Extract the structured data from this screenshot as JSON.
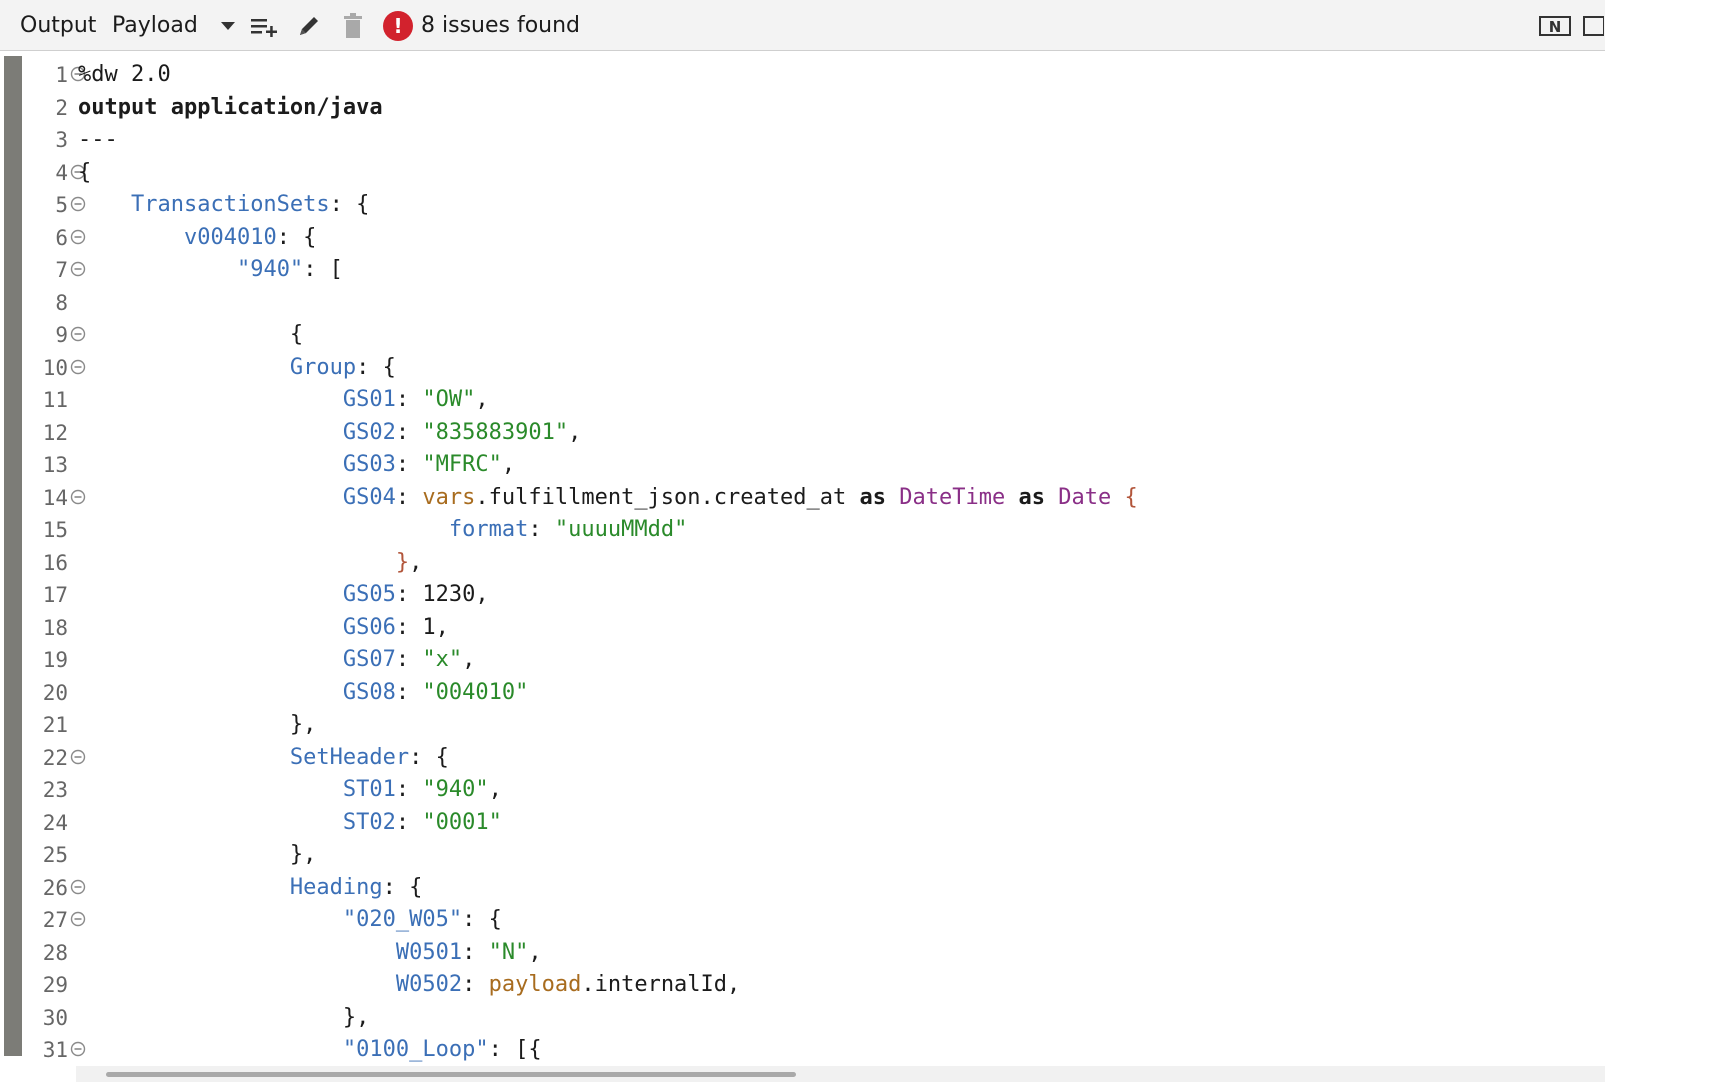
{
  "toolbar": {
    "output_label": "Output",
    "target_label": "Payload",
    "issues_count_icon": "!",
    "issues_text": "8 issues found"
  },
  "editor": {
    "lines": [
      {
        "n": "1",
        "fold": true,
        "tokens": [
          [
            "def",
            "%dw 2.0"
          ]
        ]
      },
      {
        "n": "2",
        "fold": false,
        "tokens": [
          [
            "kw",
            "output application/java"
          ]
        ]
      },
      {
        "n": "3",
        "fold": false,
        "tokens": [
          [
            "def",
            "---"
          ]
        ]
      },
      {
        "n": "4",
        "fold": true,
        "tokens": [
          [
            "def",
            "{"
          ]
        ]
      },
      {
        "n": "5",
        "fold": true,
        "tokens": [
          [
            "def",
            "    "
          ],
          [
            "key",
            "TransactionSets"
          ],
          [
            "def",
            ": {"
          ]
        ]
      },
      {
        "n": "6",
        "fold": true,
        "tokens": [
          [
            "def",
            "        "
          ],
          [
            "key",
            "v004010"
          ],
          [
            "def",
            ": {"
          ]
        ]
      },
      {
        "n": "7",
        "fold": true,
        "tokens": [
          [
            "def",
            "            "
          ],
          [
            "key",
            "\"940\""
          ],
          [
            "def",
            ": ["
          ]
        ]
      },
      {
        "n": "8",
        "fold": false,
        "tokens": [
          [
            "def",
            " "
          ]
        ]
      },
      {
        "n": "9",
        "fold": true,
        "tokens": [
          [
            "def",
            "                {"
          ]
        ]
      },
      {
        "n": "10",
        "fold": true,
        "tokens": [
          [
            "def",
            "                "
          ],
          [
            "key",
            "Group"
          ],
          [
            "def",
            ": {"
          ]
        ]
      },
      {
        "n": "11",
        "fold": false,
        "tokens": [
          [
            "def",
            "                    "
          ],
          [
            "key",
            "GS01"
          ],
          [
            "def",
            ": "
          ],
          [
            "str",
            "\"OW\""
          ],
          [
            "def",
            ","
          ]
        ]
      },
      {
        "n": "12",
        "fold": false,
        "tokens": [
          [
            "def",
            "                    "
          ],
          [
            "key",
            "GS02"
          ],
          [
            "def",
            ": "
          ],
          [
            "str",
            "\"835883901\""
          ],
          [
            "def",
            ","
          ]
        ]
      },
      {
        "n": "13",
        "fold": false,
        "tokens": [
          [
            "def",
            "                    "
          ],
          [
            "key",
            "GS03"
          ],
          [
            "def",
            ": "
          ],
          [
            "str",
            "\"MFRC\""
          ],
          [
            "def",
            ","
          ]
        ]
      },
      {
        "n": "14",
        "fold": true,
        "tokens": [
          [
            "def",
            "                    "
          ],
          [
            "key",
            "GS04"
          ],
          [
            "def",
            ": "
          ],
          [
            "var",
            "vars"
          ],
          [
            "def",
            ".fulfillment_json.created_at "
          ],
          [
            "kw",
            "as"
          ],
          [
            "def",
            " "
          ],
          [
            "type",
            "DateTime"
          ],
          [
            "def",
            " "
          ],
          [
            "kw",
            "as"
          ],
          [
            "def",
            " "
          ],
          [
            "type",
            "Date"
          ],
          [
            "def",
            " "
          ],
          [
            "brace2",
            "{"
          ]
        ]
      },
      {
        "n": "15",
        "fold": false,
        "tokens": [
          [
            "def",
            "                            "
          ],
          [
            "key",
            "format"
          ],
          [
            "def",
            ": "
          ],
          [
            "str",
            "\"uuuuMMdd\""
          ]
        ]
      },
      {
        "n": "16",
        "fold": false,
        "tokens": [
          [
            "def",
            "                        "
          ],
          [
            "brace2",
            "}"
          ],
          [
            "def",
            ","
          ]
        ]
      },
      {
        "n": "17",
        "fold": false,
        "tokens": [
          [
            "def",
            "                    "
          ],
          [
            "key",
            "GS05"
          ],
          [
            "def",
            ": 1230,"
          ]
        ]
      },
      {
        "n": "18",
        "fold": false,
        "tokens": [
          [
            "def",
            "                    "
          ],
          [
            "key",
            "GS06"
          ],
          [
            "def",
            ": 1,"
          ]
        ]
      },
      {
        "n": "19",
        "fold": false,
        "tokens": [
          [
            "def",
            "                    "
          ],
          [
            "key",
            "GS07"
          ],
          [
            "def",
            ": "
          ],
          [
            "str",
            "\"x\""
          ],
          [
            "def",
            ","
          ]
        ]
      },
      {
        "n": "20",
        "fold": false,
        "tokens": [
          [
            "def",
            "                    "
          ],
          [
            "key",
            "GS08"
          ],
          [
            "def",
            ": "
          ],
          [
            "str",
            "\"004010\""
          ]
        ]
      },
      {
        "n": "21",
        "fold": false,
        "tokens": [
          [
            "def",
            "                },"
          ]
        ]
      },
      {
        "n": "22",
        "fold": true,
        "tokens": [
          [
            "def",
            "                "
          ],
          [
            "key",
            "SetHeader"
          ],
          [
            "def",
            ": {"
          ]
        ]
      },
      {
        "n": "23",
        "fold": false,
        "tokens": [
          [
            "def",
            "                    "
          ],
          [
            "key",
            "ST01"
          ],
          [
            "def",
            ": "
          ],
          [
            "str",
            "\"940\""
          ],
          [
            "def",
            ","
          ]
        ]
      },
      {
        "n": "24",
        "fold": false,
        "tokens": [
          [
            "def",
            "                    "
          ],
          [
            "key",
            "ST02"
          ],
          [
            "def",
            ": "
          ],
          [
            "str",
            "\"0001\""
          ]
        ]
      },
      {
        "n": "25",
        "fold": false,
        "tokens": [
          [
            "def",
            "                },"
          ]
        ]
      },
      {
        "n": "26",
        "fold": true,
        "tokens": [
          [
            "def",
            "                "
          ],
          [
            "key",
            "Heading"
          ],
          [
            "def",
            ": {"
          ]
        ]
      },
      {
        "n": "27",
        "fold": true,
        "tokens": [
          [
            "def",
            "                    "
          ],
          [
            "key",
            "\"020_W05\""
          ],
          [
            "def",
            ": {"
          ]
        ]
      },
      {
        "n": "28",
        "fold": false,
        "tokens": [
          [
            "def",
            "                        "
          ],
          [
            "key",
            "W0501"
          ],
          [
            "def",
            ": "
          ],
          [
            "str",
            "\"N\""
          ],
          [
            "def",
            ","
          ]
        ]
      },
      {
        "n": "29",
        "fold": false,
        "tokens": [
          [
            "def",
            "                        "
          ],
          [
            "key",
            "W0502"
          ],
          [
            "def",
            ": "
          ],
          [
            "var",
            "payload"
          ],
          [
            "def",
            ".internalId,"
          ]
        ]
      },
      {
        "n": "30",
        "fold": false,
        "tokens": [
          [
            "def",
            "                    },"
          ]
        ]
      },
      {
        "n": "31",
        "fold": true,
        "tokens": [
          [
            "def",
            "                    "
          ],
          [
            "key",
            "\"0100_Loop\""
          ],
          [
            "def",
            ": [{"
          ]
        ]
      }
    ]
  },
  "colors": {
    "key": "#3b6fb6",
    "string": "#2a8a2a",
    "variable": "#a86c1f",
    "type": "#8a2f87",
    "error": "#d2222d"
  },
  "icons": [
    "dropdown-arrow-icon",
    "append-lines-icon",
    "pencil-icon",
    "trash-icon",
    "error-icon",
    "n-view-icon",
    "panel-icon",
    "fold-icon"
  ]
}
